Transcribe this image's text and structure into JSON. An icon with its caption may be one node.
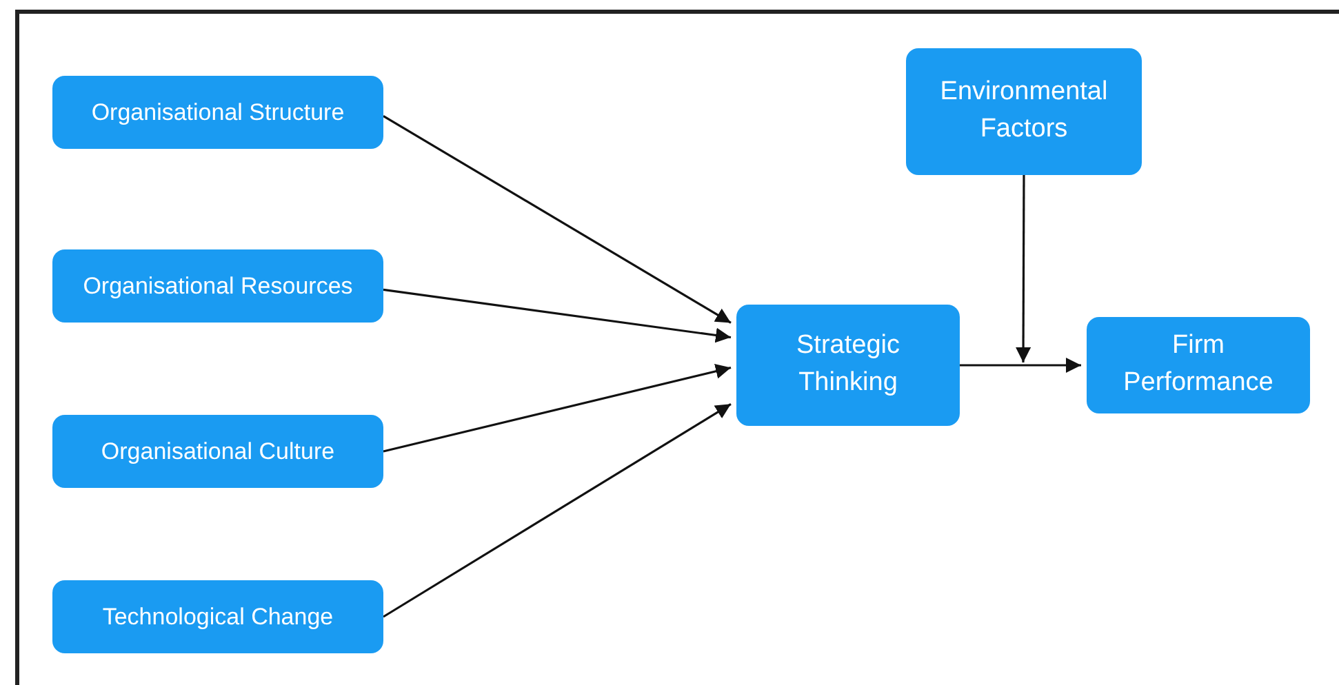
{
  "diagram": {
    "nodes": [
      {
        "text": [
          "Organisational Structure"
        ]
      },
      {
        "text": [
          "Organisational Resources"
        ]
      },
      {
        "text": [
          "Organisational Culture"
        ]
      },
      {
        "text": [
          "Technological Change"
        ]
      },
      {
        "text": [
          "Strategic Thinking"
        ]
      },
      {
        "text": [
          "Environmental Factors"
        ]
      },
      {
        "text": [
          "Firm Performance"
        ]
      }
    ],
    "edges": [
      {
        "from": 0,
        "to": 4,
        "arrow": "to"
      },
      {
        "from": 1,
        "to": 4,
        "arrow": "to"
      },
      {
        "from": 2,
        "to": 4,
        "arrow": "to"
      },
      {
        "from": 3,
        "to": 4,
        "arrow": "to"
      },
      {
        "from": 4,
        "to": 6,
        "arrow": "to"
      },
      {
        "from": 5,
        "to": null,
        "arrow": "to"
      }
    ]
  }
}
